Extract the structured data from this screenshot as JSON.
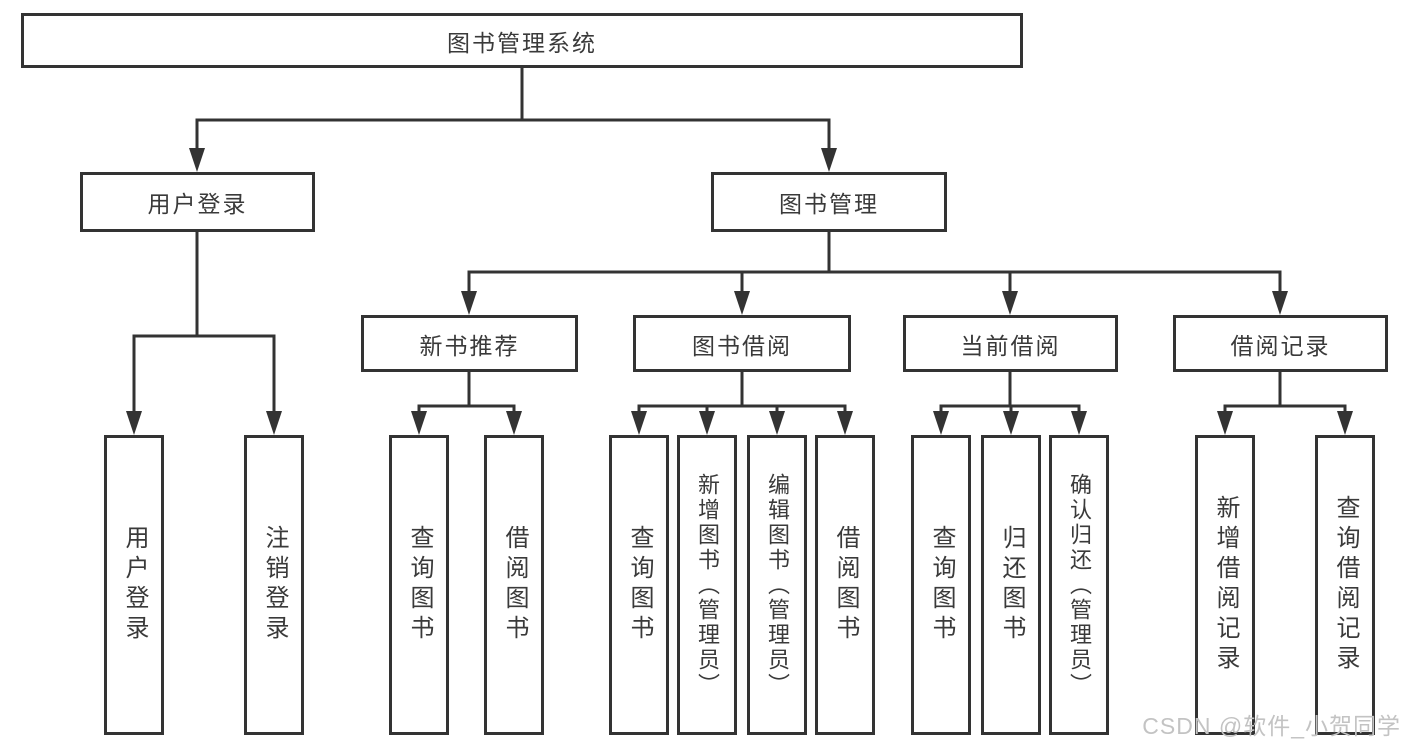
{
  "diagram": {
    "root": "图书管理系统",
    "branches": [
      {
        "label": "用户登录",
        "leaves": [
          "用户登录",
          "注销登录"
        ]
      },
      {
        "label": "图书管理",
        "groups": [
          {
            "label": "新书推荐",
            "leaves": [
              "查询图书",
              "借阅图书"
            ]
          },
          {
            "label": "图书借阅",
            "leaves": [
              "查询图书",
              "新增图书（管理员）",
              "编辑图书（管理员）",
              "借阅图书"
            ]
          },
          {
            "label": "当前借阅",
            "leaves": [
              "查询图书",
              "归还图书",
              "确认归还（管理员）"
            ]
          },
          {
            "label": "借阅记录",
            "leaves": [
              "新增借阅记录",
              "查询借阅记录"
            ]
          }
        ]
      }
    ]
  },
  "watermark": "CSDN @软件_小贺同学",
  "colors": {
    "line": "#333333",
    "text": "#3a3a3a",
    "watermark": "#c3c3c3",
    "background": "#ffffff"
  }
}
